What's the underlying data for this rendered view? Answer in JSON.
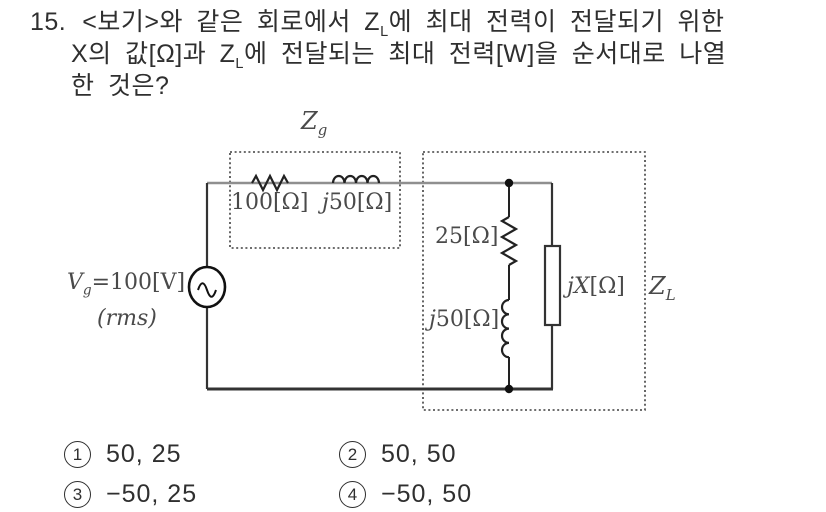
{
  "question": {
    "number": "15.",
    "line1": {
      "a": "<보기>와 같은 회로에서 Z",
      "sub": "L",
      "b": "에 최대 전력이 전달되기 위한"
    },
    "line2": {
      "a": "X의 값[Ω]과 Z",
      "sub": "L",
      "b": "에 전달되는 최대 전력[W]을 순서대로 나열"
    },
    "line3": "한 것은?"
  },
  "circuit": {
    "source_impedance_label": {
      "sym": "Z",
      "sub": "g"
    },
    "load_impedance_label": {
      "sym": "Z",
      "sub": "L"
    },
    "source": {
      "sym": "V",
      "sub": "g",
      "value": "=100[V]",
      "rms": "(rms)"
    },
    "series_resistor": "100[Ω]",
    "series_inductor": {
      "prefix": "j",
      "value": "50[Ω]"
    },
    "shunt_resistor": "25[Ω]",
    "shunt_inductor": {
      "prefix": "j",
      "value": "50[Ω]"
    },
    "reactance": {
      "prefix": "jX",
      "value": "[Ω]"
    }
  },
  "choices": [
    {
      "num": "1",
      "values": "50, 25"
    },
    {
      "num": "2",
      "values": "50, 50"
    },
    {
      "num": "3",
      "values": "−50, 25"
    },
    {
      "num": "4",
      "values": "−50, 50"
    }
  ],
  "colors": {
    "ink": "#2f2f2f",
    "wire": "#3a3a3a",
    "wire_gray": "#8f8f8f"
  }
}
